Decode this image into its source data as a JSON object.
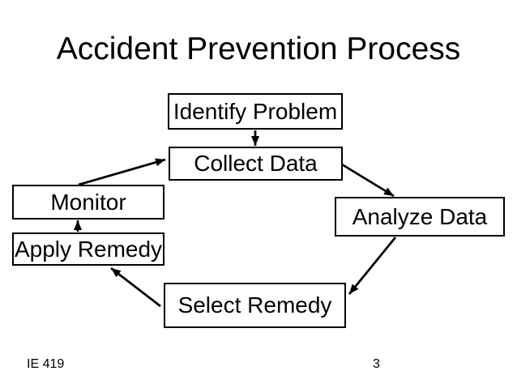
{
  "slide": {
    "title": "Accident Prevention Process",
    "footer": {
      "course": "IE 419",
      "slide_number": "3"
    }
  },
  "diagram": {
    "nodes": {
      "identify_problem": {
        "label": "Identify Problem"
      },
      "collect_data": {
        "label": "Collect Data"
      },
      "analyze_data": {
        "label": "Analyze Data"
      },
      "select_remedy": {
        "label": "Select Remedy"
      },
      "apply_remedy": {
        "label": "Apply Remedy"
      },
      "monitor": {
        "label": "Monitor"
      }
    },
    "edges": [
      {
        "from": "Identify Problem",
        "to": "Collect Data"
      },
      {
        "from": "Collect Data",
        "to": "Analyze Data"
      },
      {
        "from": "Analyze Data",
        "to": "Select Remedy"
      },
      {
        "from": "Select Remedy",
        "to": "Apply Remedy"
      },
      {
        "from": "Apply Remedy",
        "to": "Monitor"
      },
      {
        "from": "Monitor",
        "to": "Collect Data"
      }
    ]
  },
  "colors": {
    "background": "#ffffff",
    "text": "#000000",
    "node_fill": "#ffffff",
    "node_border": "#000000",
    "arrow": "#000000"
  }
}
